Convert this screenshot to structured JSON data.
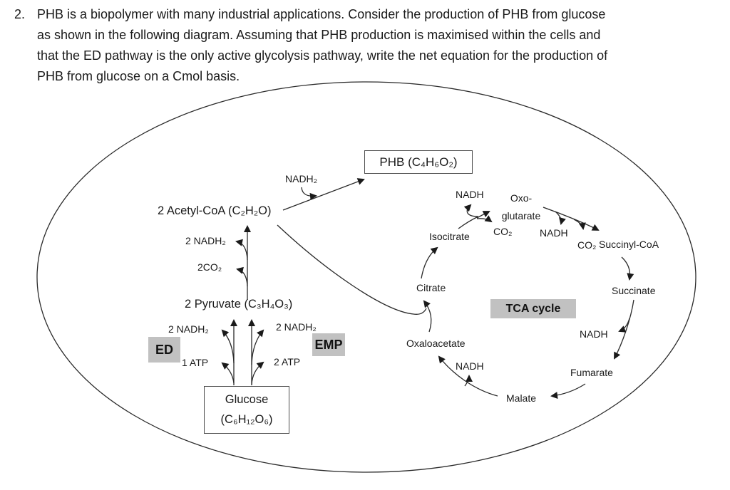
{
  "question": {
    "number": "2.",
    "lines": [
      "PHB is a biopolymer with many industrial applications. Consider the production of PHB from glucose",
      "as shown in the following diagram. Assuming that PHB production is maximised within the cells and",
      "that the ED pathway is the only active glycolysis pathway, write the net equation for the production of",
      "PHB from glucose on a Cmol basis."
    ]
  },
  "diagram": {
    "phb": "PHB (C₄H₆O₂)",
    "nadh2_to_phb": "NADH₂",
    "acetyl_coa": "2 Acetyl-CoA (C₂H₂O)",
    "acetyl_nadh2": "2 NADH₂",
    "acetyl_co2": "2CO₂",
    "pyruvate": "2 Pyruvate (C₃H₄O₃)",
    "ed_nadh2": "2 NADH₂",
    "emp_nadh2": "2 NADH₂",
    "ed_label": "ED",
    "emp_label": "EMP",
    "ed_atp": "1 ATP",
    "emp_atp": "2 ATP",
    "glucose_name": "Glucose",
    "glucose_formula": "(C₆H₁₂O₆)",
    "tca_label": "TCA cycle",
    "citrate": "Citrate",
    "isocitrate": "Isocitrate",
    "isocitrate_nadh": "NADH",
    "oxoglutarate_line1": "Oxo-",
    "oxoglutarate_line2": "glutarate",
    "isocitrate_co2": "CO₂",
    "oxoglutarate_nadh": "NADH",
    "oxoglutarate_co2": "CO₂",
    "succinyl_coa": "Succinyl-CoA",
    "succinate": "Succinate",
    "succinate_nadh": "NADH",
    "fumarate": "Fumarate",
    "malate": "Malate",
    "malate_nadh": "NADH",
    "oxaloacetate": "Oxaloacetate"
  },
  "colors": {
    "ink": "#1a1a1a",
    "highlight_box": "#c1c1c1"
  }
}
